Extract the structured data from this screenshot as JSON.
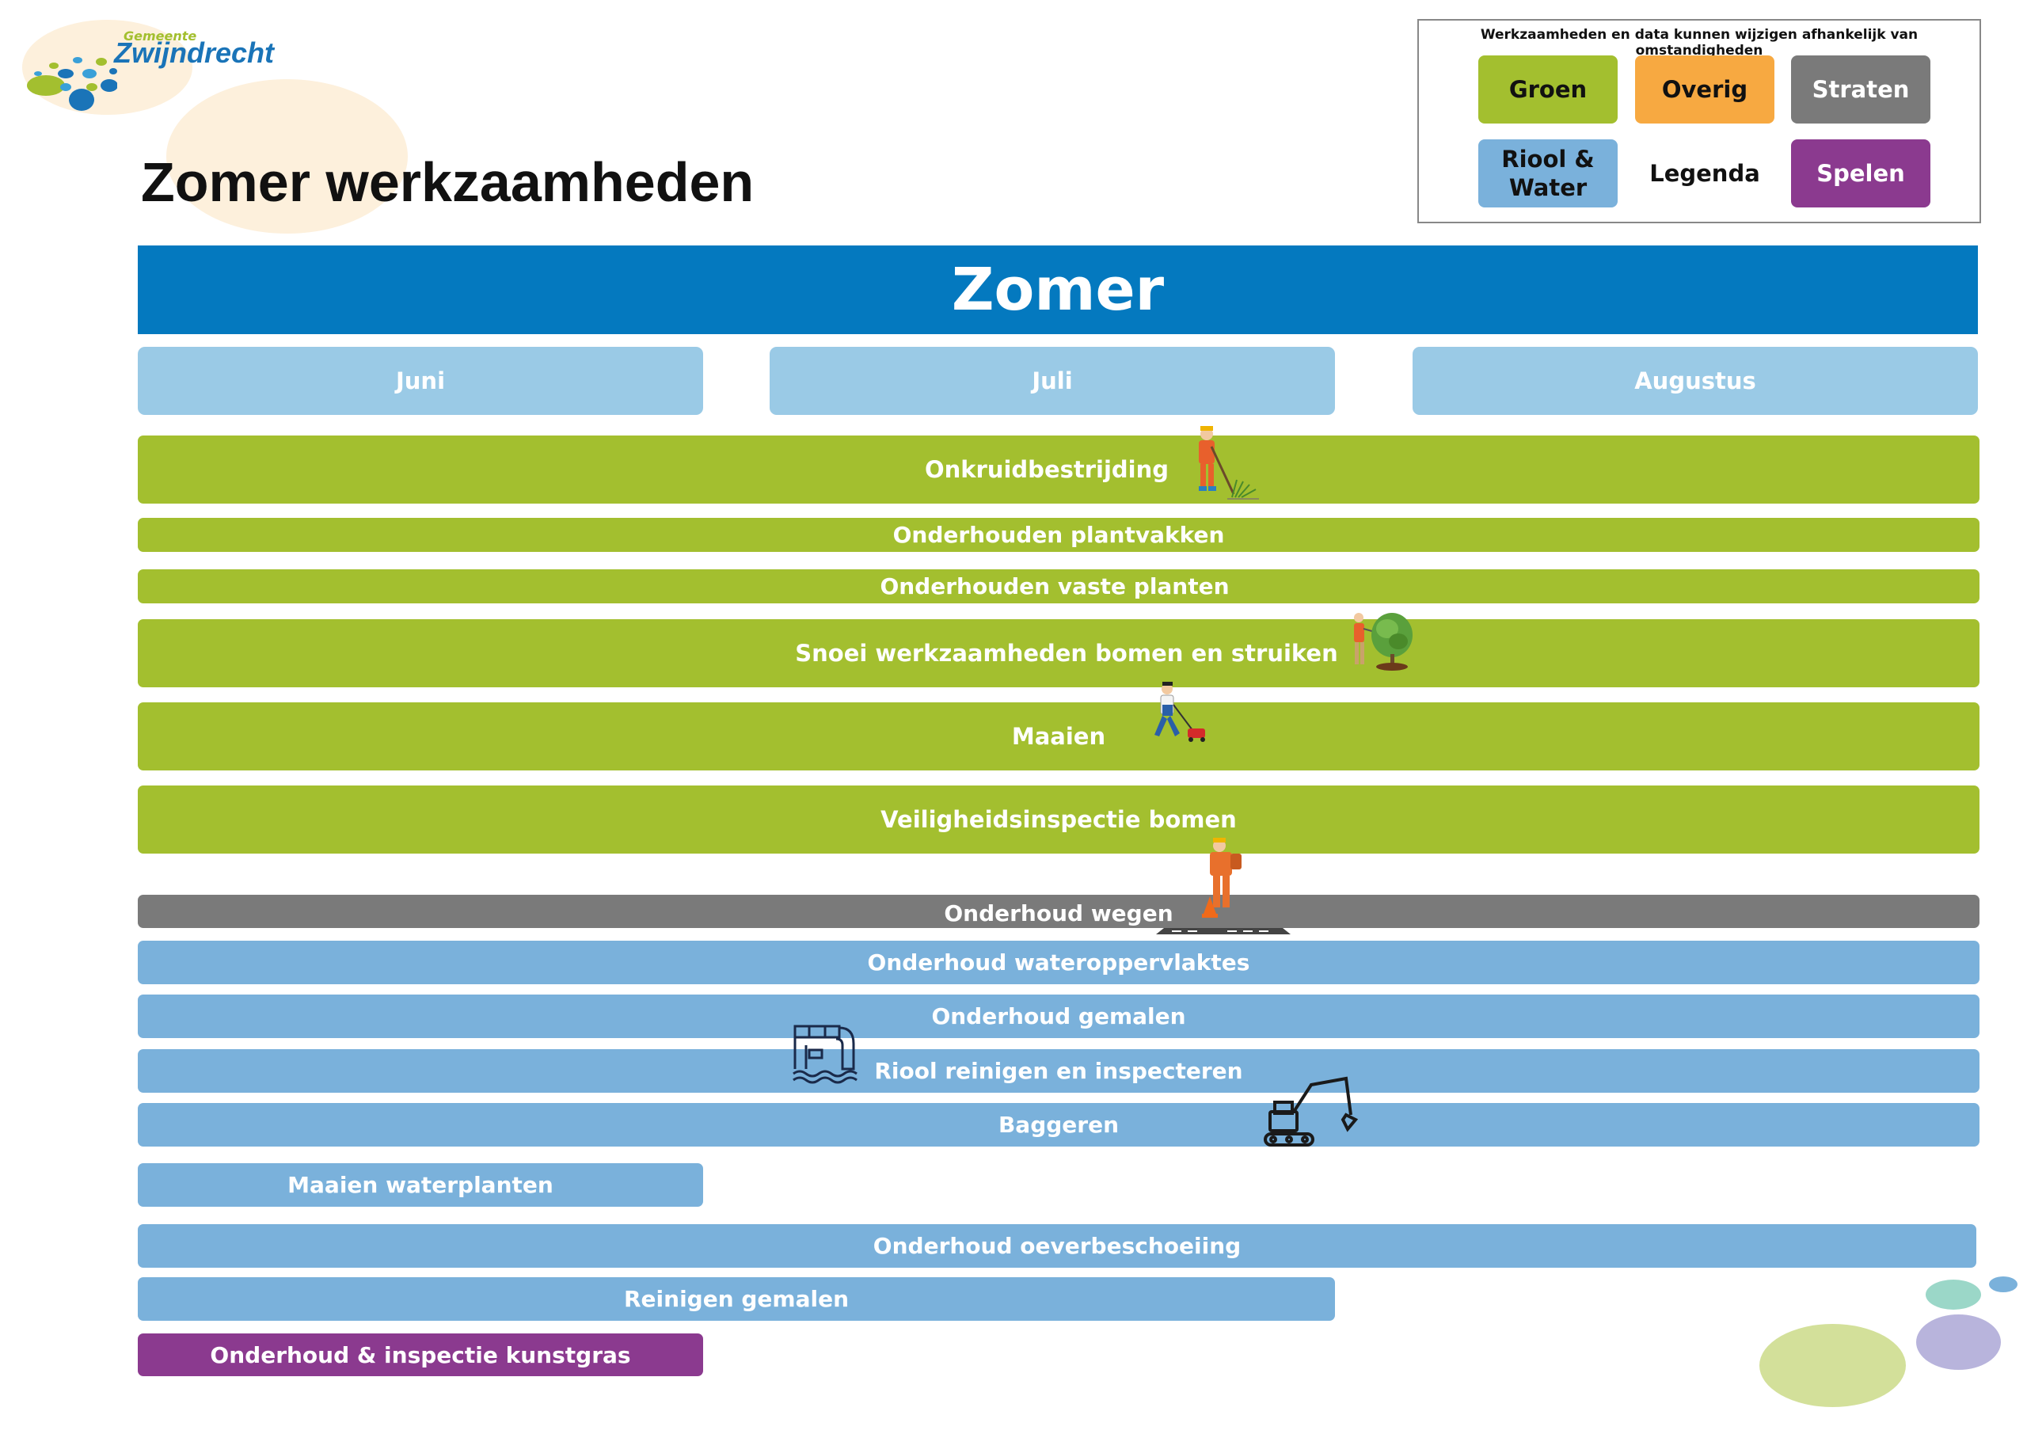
{
  "brand": {
    "top": "Gemeente",
    "name": "Zwijndrecht"
  },
  "page_title": "Zomer werkzaamheden",
  "season_label": "Zomer",
  "months": [
    "Juni",
    "Juli",
    "Augustus"
  ],
  "legend": {
    "note": "Werkzaamheden en data kunnen wijzigen afhankelijk van omstandigheden",
    "title": "Legenda",
    "groen": "Groen",
    "overig": "Overig",
    "straten": "Straten",
    "riool_line1": "Riool &",
    "riool_line2": "Water",
    "spelen": "Spelen"
  },
  "colors": {
    "groen": "#a3bf2f",
    "overig": "#f7a941",
    "straten": "#7a7a7a",
    "riool_water": "#7ab1db",
    "spelen": "#8b3a8f",
    "season_banner": "#0479bf",
    "month_chip": "#9acae6"
  },
  "tasks": [
    {
      "label": "Onkruidbestrijding",
      "category": "groen"
    },
    {
      "label": "Onderhouden plantvakken",
      "category": "groen"
    },
    {
      "label": "Onderhouden vaste planten",
      "category": "groen"
    },
    {
      "label": "Snoei werkzaamheden bomen en struiken",
      "category": "groen"
    },
    {
      "label": "Maaien",
      "category": "groen"
    },
    {
      "label": "Veiligheidsinspectie bomen",
      "category": "groen"
    },
    {
      "label": "Onderhoud wegen",
      "category": "straten"
    },
    {
      "label": "Onderhoud wateroppervlaktes",
      "category": "riool_water"
    },
    {
      "label": "Onderhoud gemalen",
      "category": "riool_water"
    },
    {
      "label": "Riool reinigen en inspecteren",
      "category": "riool_water"
    },
    {
      "label": "Baggeren",
      "category": "riool_water"
    },
    {
      "label": "Maaien waterplanten",
      "category": "riool_water"
    },
    {
      "label": "Onderhoud oeverbeschoeiing",
      "category": "riool_water"
    },
    {
      "label": "Reinigen gemalen",
      "category": "riool_water"
    },
    {
      "label": "Onderhoud & inspectie kunstgras",
      "category": "spelen"
    }
  ],
  "icons": [
    "weeding-worker-icon",
    "pruning-worker-icon",
    "mower-worker-icon",
    "road-worker-icon",
    "sewer-pipe-icon",
    "excavator-icon"
  ]
}
